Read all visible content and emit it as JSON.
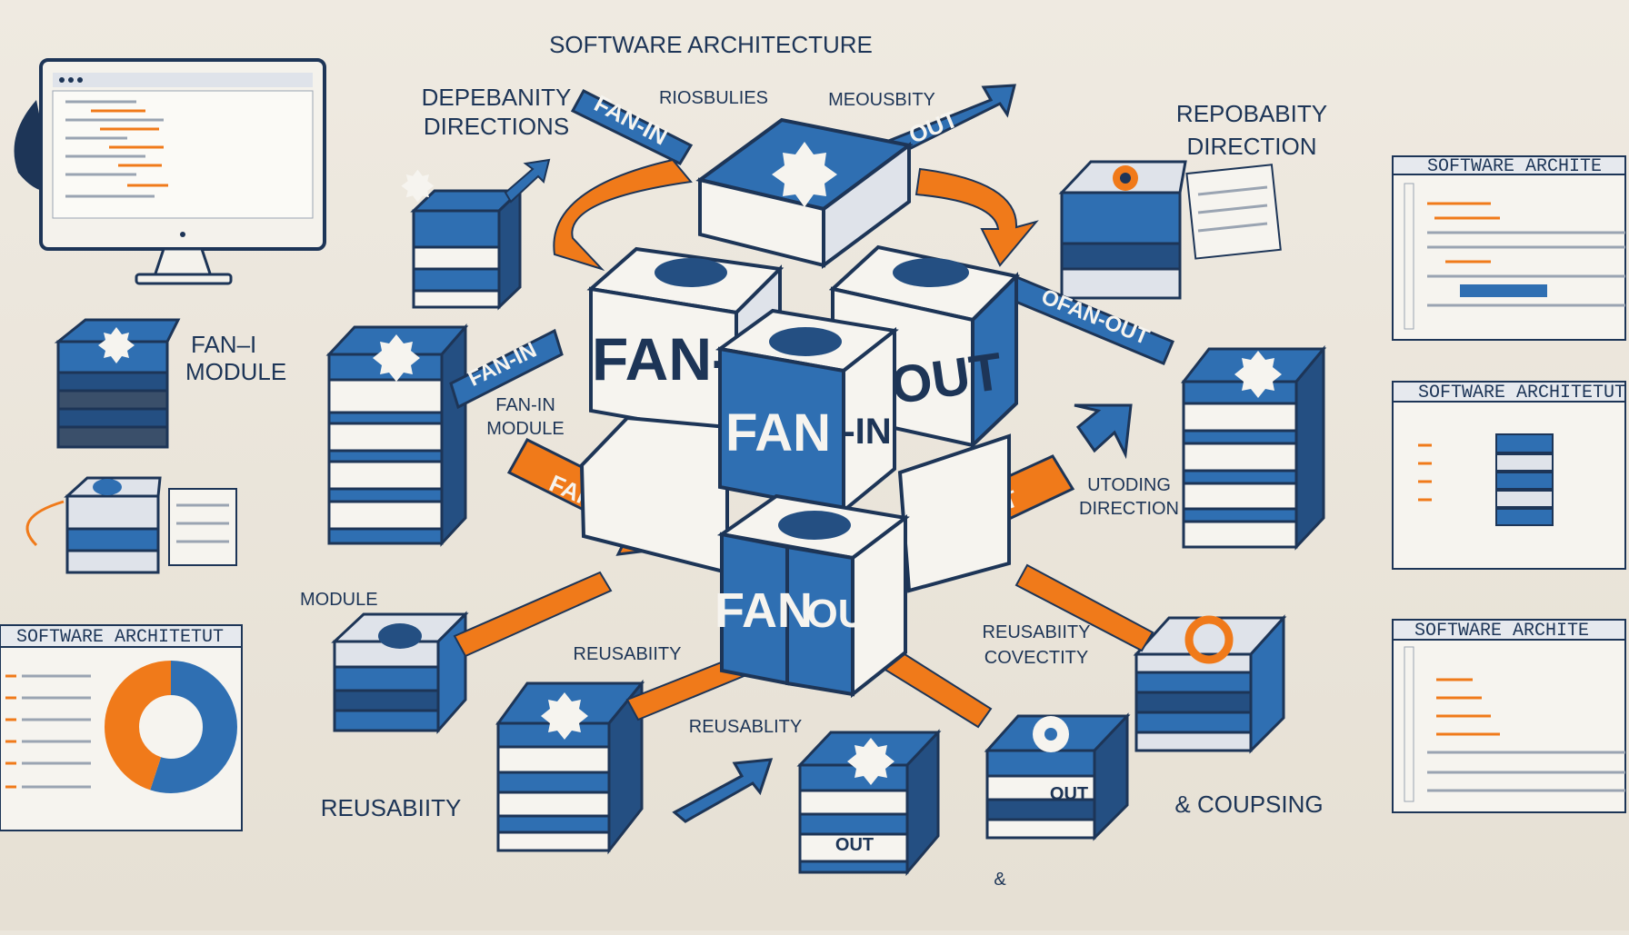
{
  "title": "SOFTWARE ARCHITECTURE",
  "colors": {
    "background": "#ebe6dc",
    "blue": "#2f6fb2",
    "dark_blue": "#1d3557",
    "orange": "#f07a1a",
    "white": "#f6f4ef"
  },
  "labels": {
    "dependability_line1": "DEPEBANITY",
    "dependability_line2": "DIRECTIONS",
    "riosbulies": "RIOSBULIES",
    "meousbity": "MEOUSBITY",
    "repobabity_line1": "REPOBABITY",
    "repobabity_line2": "DIRECTION",
    "fan_i_module_line1": "FAN–I",
    "fan_i_module_line2": "MODULE",
    "fan_in_module_line1": "FAN-IN",
    "fan_in_module_line2": "MODULE",
    "utoding_line1": "UTODING",
    "utoding_line2": "DIRECTION",
    "module": "MODULE",
    "reusability_upper": "REUSABIITY",
    "reusability_mid": "REUSABLITY",
    "reusability_left": "REUSABIITY",
    "reuability_line1": "REUSABIITY",
    "reuability_line2": "COVECTITY",
    "coupsing": "& COUPSING",
    "ampersand": "&"
  },
  "arrows": {
    "top_left": "FAN-IN",
    "top_right": "OUT",
    "mid_left": "FAN-IN",
    "mid_right": "OFAN-OUT",
    "orange_left": "FAN-IN",
    "orange_right": "OUT"
  },
  "cubes": {
    "big_left": "FAN-",
    "center_top": "FAN",
    "center_top_suffix": "-IN",
    "big_right": "OUT",
    "front_fan": "FAN",
    "front_out": "OUT",
    "bottom_out_1": "OUT",
    "bottom_out_2": "OUT"
  },
  "panels": {
    "right_1_title": "SOFTWARE ARCHITE",
    "right_2_title": "SOFTWARE ARCHITETUT",
    "right_3_title": "SOFTWARE ARCHITE",
    "left_bottom_title": "SOFTWARE ARCHITETUT"
  },
  "chart_data": {
    "type": "pie",
    "title": "",
    "categories": [
      "",
      ""
    ],
    "values": [
      55,
      45
    ],
    "colors": [
      "#2f6fb2",
      "#f07a1a"
    ]
  }
}
